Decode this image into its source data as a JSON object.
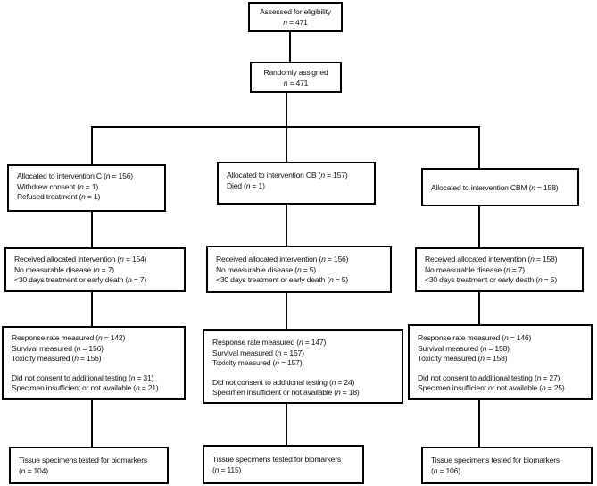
{
  "flow": {
    "n_symbol": "n",
    "line_color": "#000000",
    "background": "#ffffff"
  },
  "boxes": {
    "assessed": {
      "lines": [
        {
          "pre": "Assessed for eligibility"
        },
        {
          "italic_n": true,
          "post": " = 471"
        }
      ]
    },
    "randomized": {
      "lines": [
        {
          "pre": "Randomly assigned"
        },
        {
          "italic_n": true,
          "post": " = 471"
        }
      ]
    },
    "alloc_c": {
      "lines": [
        {
          "pre": "Allocated to intervention C (",
          "italic_n": true,
          "post": " = 156)"
        },
        {
          "pre": "Withdrew consent (",
          "italic_n": true,
          "post": " = 1)"
        },
        {
          "pre": "Refused treatment (",
          "italic_n": true,
          "post": " = 1)"
        }
      ]
    },
    "alloc_cb": {
      "lines": [
        {
          "pre": "Allocated to intervention CB (",
          "italic_n": true,
          "post": " = 157)"
        },
        {
          "pre": "Died (",
          "italic_n": true,
          "post": " = 1)"
        }
      ]
    },
    "alloc_cbm": {
      "lines": [
        {
          "pre": "Allocated to intervention CBM (",
          "italic_n": true,
          "post": " = 158)"
        }
      ]
    },
    "recv_c": {
      "lines": [
        {
          "pre": "Received allocated intervention (",
          "italic_n": true,
          "post": " = 154)"
        },
        {
          "pre": "No measurable disease (",
          "italic_n": true,
          "post": " = 7)"
        },
        {
          "pre": "<30 days treatment or early death (",
          "italic_n": true,
          "post": " = 7)"
        }
      ]
    },
    "recv_cb": {
      "lines": [
        {
          "pre": "Received allocated intervention (",
          "italic_n": true,
          "post": " = 156)"
        },
        {
          "pre": "No measurable disease (",
          "italic_n": true,
          "post": " = 5)"
        },
        {
          "pre": "<30 days treatment or early death (",
          "italic_n": true,
          "post": " = 5)"
        }
      ]
    },
    "recv_cbm": {
      "lines": [
        {
          "pre": "Received allocated intervention (",
          "italic_n": true,
          "post": " = 158)"
        },
        {
          "pre": "No measurable disease (",
          "italic_n": true,
          "post": " = 7)"
        },
        {
          "pre": "<30 days treatment or early death (",
          "italic_n": true,
          "post": " = 5)"
        }
      ]
    },
    "meas_c": {
      "lines": [
        {
          "pre": "Response rate measured (",
          "italic_n": true,
          "post": " = 142)"
        },
        {
          "pre": "Survival measured (",
          "italic_n": true,
          "post": " = 156)"
        },
        {
          "pre": "Toxicity measured (",
          "italic_n": true,
          "post": " = 156)"
        },
        {
          "gap": true,
          "pre": "Did not consent to additional testing (",
          "italic_n": true,
          "post": " = 31)"
        },
        {
          "pre": "Specimen insufficient or not available (",
          "italic_n": true,
          "post": " = 21)"
        }
      ]
    },
    "meas_cb": {
      "lines": [
        {
          "pre": "Response rate measured (",
          "italic_n": true,
          "post": " = 147)"
        },
        {
          "pre": "Survival measured (",
          "italic_n": true,
          "post": " = 157)"
        },
        {
          "pre": "Toxicity measured (",
          "italic_n": true,
          "post": " = 157)"
        },
        {
          "gap": true,
          "pre": "Did not consent to additional testing (",
          "italic_n": true,
          "post": " = 24)"
        },
        {
          "pre": "Specimen insufficient or not available (",
          "italic_n": true,
          "post": " = 18)"
        }
      ]
    },
    "meas_cbm": {
      "lines": [
        {
          "pre": "Response rate measured (",
          "italic_n": true,
          "post": " = 146)"
        },
        {
          "pre": "Survival measured (",
          "italic_n": true,
          "post": " = 158)"
        },
        {
          "pre": "Toxicity measured (",
          "italic_n": true,
          "post": " = 158)"
        },
        {
          "gap": true,
          "pre": "Did not consent to additional testing (",
          "italic_n": true,
          "post": " = 27)"
        },
        {
          "pre": "Specimen insufficient or not available (",
          "italic_n": true,
          "post": " = 25)"
        }
      ]
    },
    "tissue_c": {
      "lines": [
        {
          "pre": "Tissue specimens tested for biomarkers"
        },
        {
          "pre": "(",
          "italic_n": true,
          "post": " = 104)"
        }
      ]
    },
    "tissue_cb": {
      "lines": [
        {
          "pre": "Tissue specimens tested for biomarkers"
        },
        {
          "pre": "(",
          "italic_n": true,
          "post": " = 115)"
        }
      ]
    },
    "tissue_cbm": {
      "lines": [
        {
          "pre": "Tissue specimens tested for biomarkers"
        },
        {
          "pre": "(",
          "italic_n": true,
          "post": " = 106)"
        }
      ]
    }
  }
}
